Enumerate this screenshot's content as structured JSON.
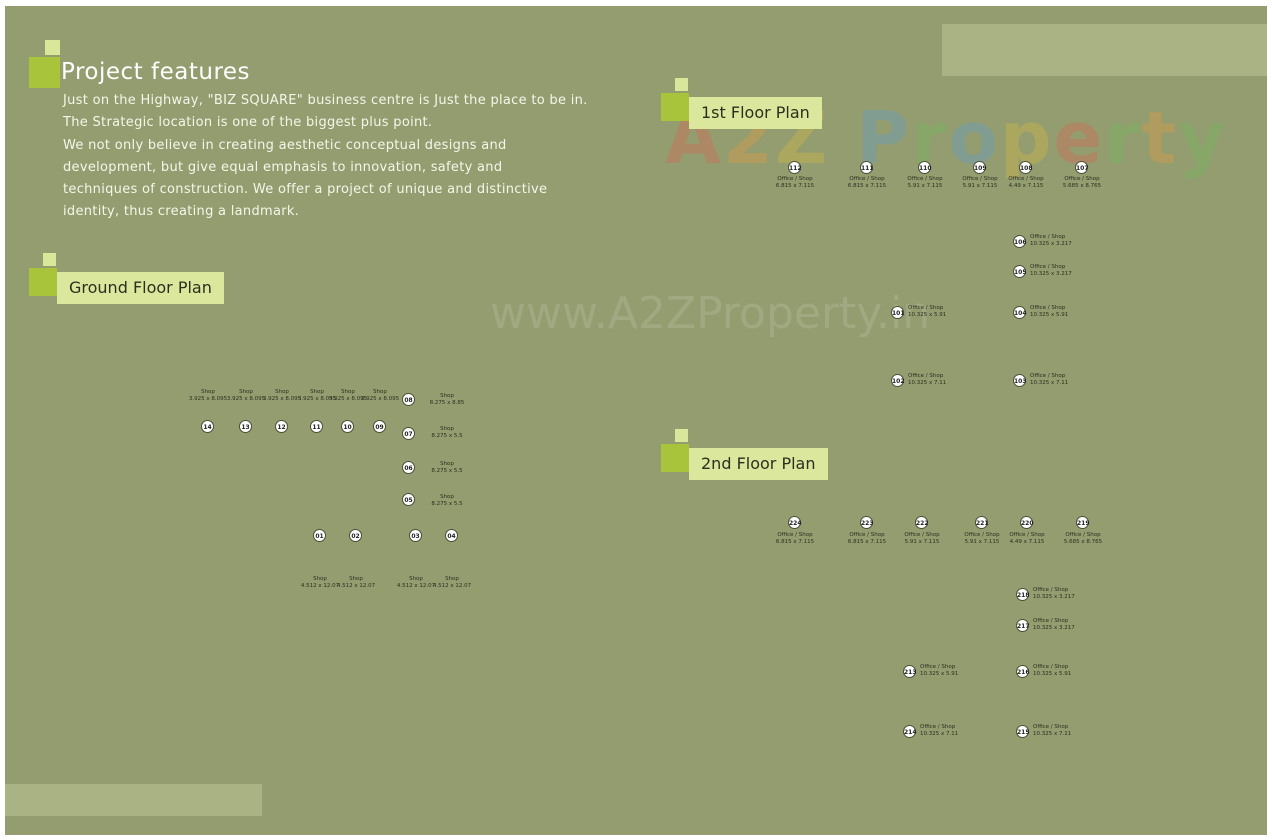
{
  "colors": {
    "background": "#939d6f",
    "accent_square": "#a8c43a",
    "label_bg": "#dbe79c"
  },
  "project": {
    "heading": "Project features",
    "lines": [
      "Just on the Highway, \"BIZ SQUARE\" business centre is Just the place to be in.",
      "The Strategic location is one of the biggest plus point.",
      "We not only believe in creating aesthetic conceptual designs and",
      "development, but give equal emphasis to innovation, safety and",
      "techniques of construction. We offer a project of unique and distinctive",
      "identity, thus creating a landmark."
    ]
  },
  "watermark": {
    "logo": [
      "A",
      "2",
      "Z",
      " ",
      "P",
      "r",
      "o",
      "p",
      "e",
      "r",
      "t",
      "y"
    ],
    "url": "www.A2ZProperty.in"
  },
  "ground_floor": {
    "title": "Ground Floor Plan",
    "units": [
      {
        "no": "14",
        "type": "Shop",
        "size": "3.925 x 8.095"
      },
      {
        "no": "13",
        "type": "Shop",
        "size": "3.925 x 8.095"
      },
      {
        "no": "12",
        "type": "Shop",
        "size": "3.925 x 8.095"
      },
      {
        "no": "11",
        "type": "Shop",
        "size": "3.925 x 8.095"
      },
      {
        "no": "10",
        "type": "Shop",
        "size": "3.925 x 8.095"
      },
      {
        "no": "09",
        "type": "Shop",
        "size": "3.925 x 8.095"
      },
      {
        "no": "08",
        "type": "Shop",
        "size": "8.275 x 8.85"
      },
      {
        "no": "07",
        "type": "Shop",
        "size": "8.275 x 5.5"
      },
      {
        "no": "06",
        "type": "Shop",
        "size": "8.275 x 5.5"
      },
      {
        "no": "05",
        "type": "Shop",
        "size": "8.275 x 5.5"
      },
      {
        "no": "01",
        "type": "Shop",
        "size": "4.512 x 12.07"
      },
      {
        "no": "02",
        "type": "Shop",
        "size": "4.512 x 12.07"
      },
      {
        "no": "03",
        "type": "Shop",
        "size": "4.512 x 12.07"
      },
      {
        "no": "04",
        "type": "Shop",
        "size": "4.512 x 12.07"
      }
    ]
  },
  "first_floor": {
    "title": "1st Floor Plan",
    "units": [
      {
        "no": "112",
        "type": "Office / Shop",
        "size": "6.815 x 7.115"
      },
      {
        "no": "111",
        "type": "Office / Shop",
        "size": "6.815 x 7.115"
      },
      {
        "no": "110",
        "type": "Office / Shop",
        "size": "5.91 x 7.115"
      },
      {
        "no": "109",
        "type": "Office / Shop",
        "size": "5.91 x 7.115"
      },
      {
        "no": "108",
        "type": "Office / Shop",
        "size": "4.49 x 7.115"
      },
      {
        "no": "107",
        "type": "Office / Shop",
        "size": "5.685 x 8.765"
      },
      {
        "no": "106",
        "type": "Office / Shop",
        "size": "10.325 x 3.217"
      },
      {
        "no": "105",
        "type": "Office / Shop",
        "size": "10.325 x 3.217"
      },
      {
        "no": "101",
        "type": "Office / Shop",
        "size": "10.325 x 5.91"
      },
      {
        "no": "104",
        "type": "Office / Shop",
        "size": "10.325 x 5.91"
      },
      {
        "no": "102",
        "type": "Office / Shop",
        "size": "10.325 x 7.11"
      },
      {
        "no": "103",
        "type": "Office / Shop",
        "size": "10.325 x 7.11"
      }
    ]
  },
  "second_floor": {
    "title": "2nd Floor Plan",
    "units": [
      {
        "no": "224",
        "type": "Office / Shop",
        "size": "6.815 x 7.115"
      },
      {
        "no": "223",
        "type": "Office / Shop",
        "size": "6.815 x 7.115"
      },
      {
        "no": "222",
        "type": "Office / Shop",
        "size": "5.91 x 7.115"
      },
      {
        "no": "221",
        "type": "Office / Shop",
        "size": "5.91 x 7.115"
      },
      {
        "no": "220",
        "type": "Office / Shop",
        "size": "4.49 x 7.115"
      },
      {
        "no": "219",
        "type": "Office / Shop",
        "size": "5.685 x 8.765"
      },
      {
        "no": "218",
        "type": "Office / Shop",
        "size": "10.325 x 3.217"
      },
      {
        "no": "217",
        "type": "Office / Shop",
        "size": "10.325 x 3.217"
      },
      {
        "no": "213",
        "type": "Office / Shop",
        "size": "10.325 x 5.91"
      },
      {
        "no": "216",
        "type": "Office / Shop",
        "size": "10.325 x 5.91"
      },
      {
        "no": "214",
        "type": "Office / Shop",
        "size": "10.325 x 7.11"
      },
      {
        "no": "215",
        "type": "Office / Shop",
        "size": "10.325 x 7.11"
      }
    ]
  }
}
